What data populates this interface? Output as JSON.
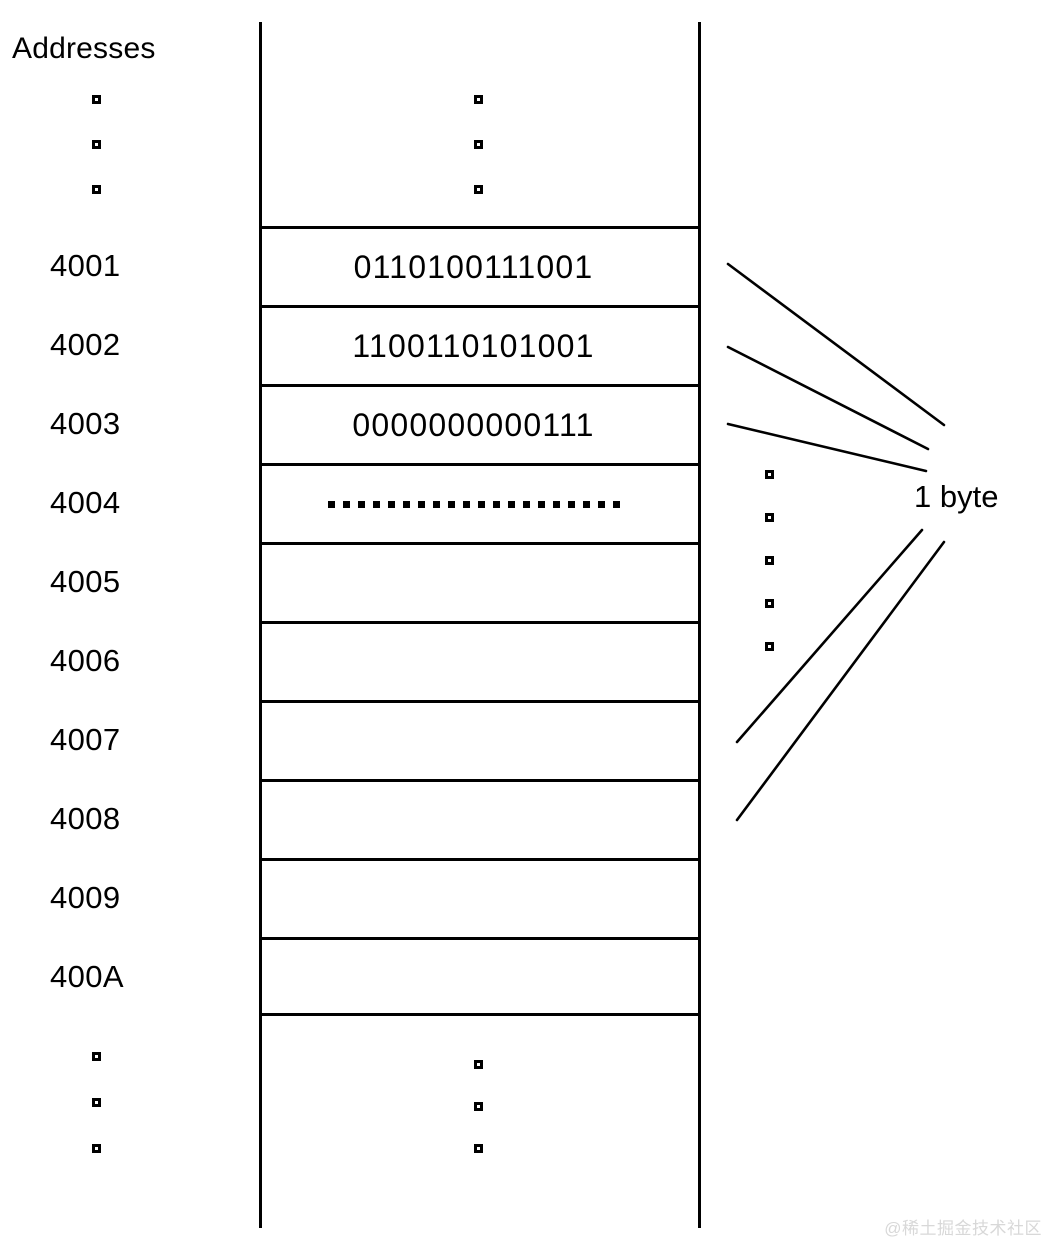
{
  "diagram": {
    "title": "Addresses",
    "callout_label": "1 byte",
    "watermark": "@稀土掘金技术社区"
  },
  "memory": {
    "address_column_header": "Addresses",
    "rows": [
      {
        "address": "4001",
        "value": "0110100111001"
      },
      {
        "address": "4002",
        "value": "1100110101001"
      },
      {
        "address": "4003",
        "value": "0000000000111"
      },
      {
        "address": "4004",
        "value": "...................."
      },
      {
        "address": "4005",
        "value": ""
      },
      {
        "address": "4006",
        "value": ""
      },
      {
        "address": "4007",
        "value": ""
      },
      {
        "address": "4008",
        "value": ""
      },
      {
        "address": "4009",
        "value": ""
      },
      {
        "address": "400A",
        "value": ""
      }
    ],
    "ellipsis_top": [
      "dot",
      "dot",
      "dot"
    ],
    "ellipsis_bottom": [
      "dot",
      "dot",
      "dot"
    ],
    "ellipsis_callout": [
      "dot",
      "dot",
      "dot",
      "dot",
      "dot"
    ]
  },
  "style": {
    "line_color": "#000000",
    "background": "#ffffff",
    "watermark_color": "#d8d8d8"
  }
}
